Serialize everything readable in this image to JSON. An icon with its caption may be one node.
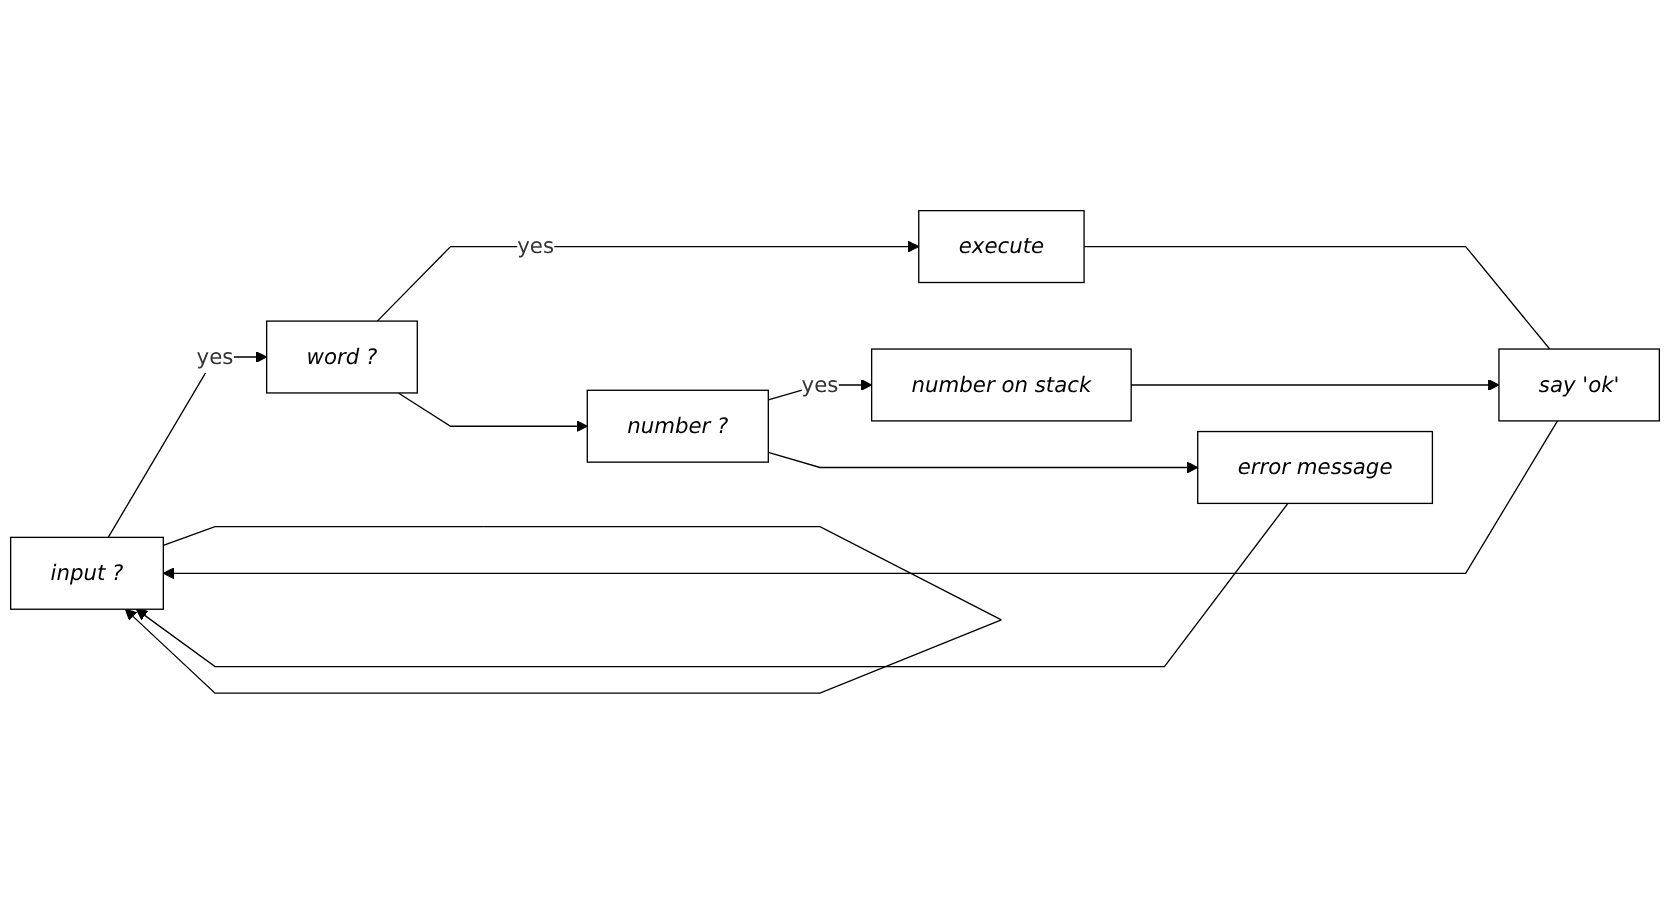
{
  "diagram": {
    "nodes": [
      {
        "text": [
          "input ?"
        ]
      },
      {
        "text": [
          "word ?"
        ]
      },
      {
        "text": [
          "execute"
        ]
      },
      {
        "text": [
          "number ?"
        ]
      },
      {
        "text": [
          "number on stack"
        ]
      },
      {
        "text": [
          "error message"
        ]
      },
      {
        "text": [
          "say 'ok'"
        ]
      }
    ],
    "edges": [
      {
        "from": 0,
        "to": 1,
        "label": "yes",
        "arrow": "to"
      },
      {
        "from": 0,
        "to": 0,
        "arrow": "to"
      },
      {
        "from": 1,
        "to": 2,
        "label": "yes",
        "arrow": "to"
      },
      {
        "from": 1,
        "to": 3,
        "arrow": "to"
      },
      {
        "from": 3,
        "to": 4,
        "label": "yes",
        "arrow": "to"
      },
      {
        "from": 3,
        "to": 5,
        "arrow": "to"
      },
      {
        "from": 4,
        "to": 6,
        "arrow": "to"
      },
      {
        "from": 2,
        "to": 6,
        "arrow": "none"
      },
      {
        "from": 5,
        "to": 0,
        "arrow": "to"
      },
      {
        "from": 6,
        "to": 0,
        "arrow": "to"
      }
    ]
  }
}
